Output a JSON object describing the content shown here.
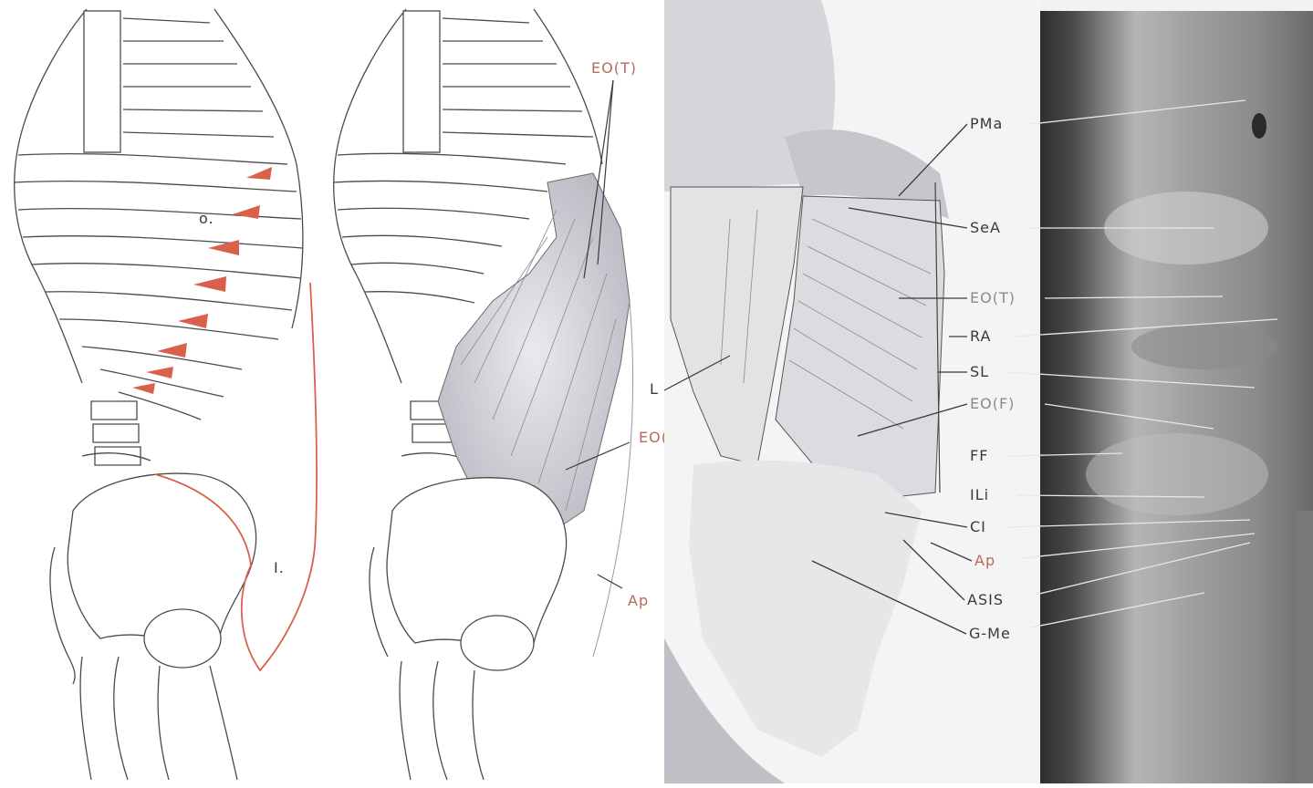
{
  "colors": {
    "line": "#4a4a4a",
    "muscle_red": "#d9604a",
    "red_label": "#b86a5a",
    "dark_label": "#3a3a3a",
    "photo_dark": "#3d3d3d",
    "photo_mid": "#9a9a9a",
    "shade": "#c9c9cf"
  },
  "panel1": {
    "label_origin": "o.",
    "label_insertion": "I."
  },
  "panel2": {
    "label_eot": "EO(T)",
    "label_eof": "EO(F)",
    "label_ap": "Ap"
  },
  "panel3": {
    "label_l": "L"
  },
  "legend": {
    "items": [
      {
        "text": "PMa",
        "tone": "dark"
      },
      {
        "text": "SeA",
        "tone": "dark"
      },
      {
        "text": "EO(T)",
        "tone": "light"
      },
      {
        "text": "RA",
        "tone": "dark"
      },
      {
        "text": "SL",
        "tone": "dark"
      },
      {
        "text": "EO(F)",
        "tone": "light"
      },
      {
        "text": "FF",
        "tone": "dark"
      },
      {
        "text": "ILi",
        "tone": "dark"
      },
      {
        "text": "CI",
        "tone": "dark"
      },
      {
        "text": "Ap",
        "tone": "red"
      },
      {
        "text": "ASIS",
        "tone": "dark"
      },
      {
        "text": "G-Me",
        "tone": "dark"
      }
    ]
  },
  "icons": {
    "rib_cage": "rib-cage-drawing",
    "pelvis": "pelvis-drawing",
    "muscle": "muscle-drawing",
    "photo": "torso-photo"
  }
}
